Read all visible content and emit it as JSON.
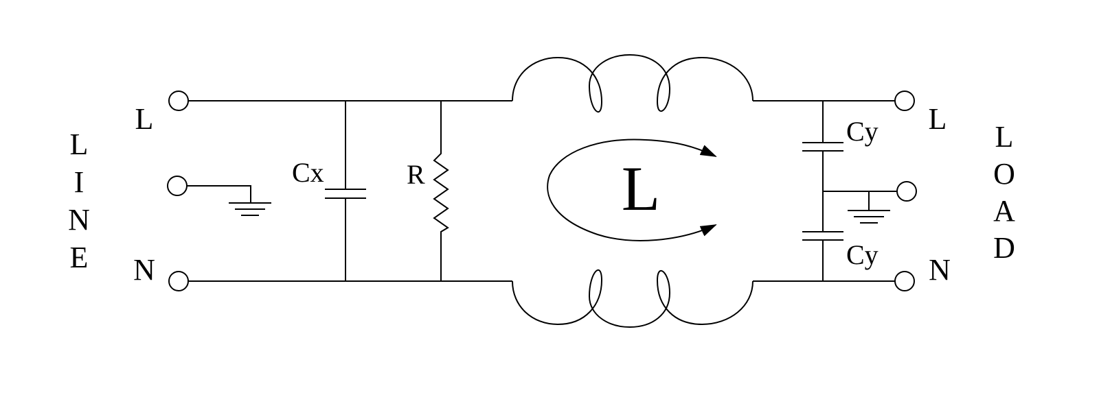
{
  "diagram": {
    "line_side_letters": [
      "L",
      "I",
      "N",
      "E"
    ],
    "load_side_letters": [
      "L",
      "O",
      "A",
      "D"
    ],
    "line_terminals": {
      "top": "L",
      "bottom": "N"
    },
    "load_terminals": {
      "top": "L",
      "bottom": "N"
    },
    "components": {
      "x_capacitor": "Cx",
      "resistor": "R",
      "choke": "L",
      "y_capacitor_top": "Cy",
      "y_capacitor_bottom": "Cy"
    }
  }
}
